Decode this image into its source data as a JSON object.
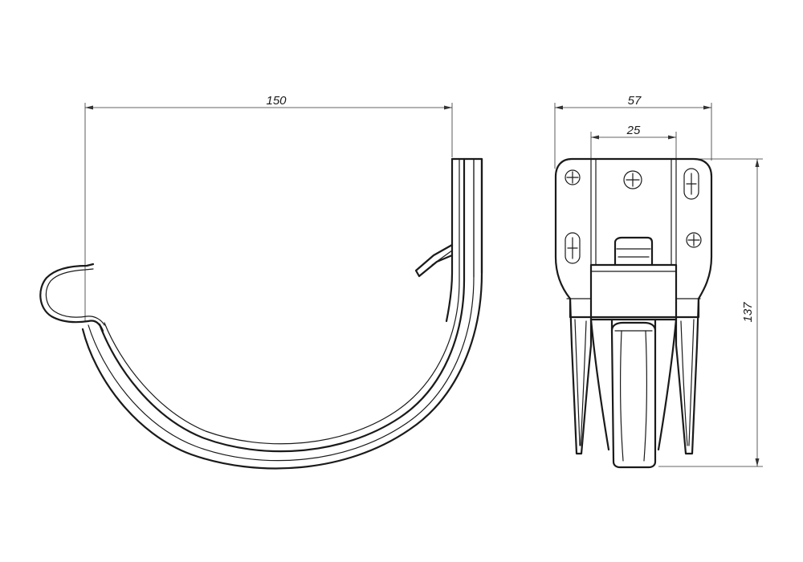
{
  "drawing": {
    "side_view": {
      "width_dimension": "150"
    },
    "front_view": {
      "outer_width_dimension": "57",
      "inner_width_dimension": "25",
      "height_dimension": "137"
    }
  }
}
